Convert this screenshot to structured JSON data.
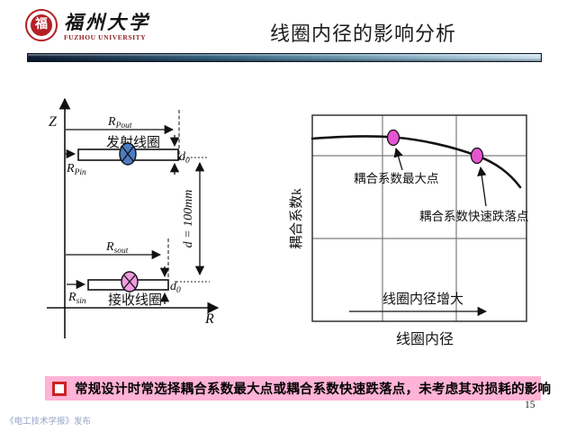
{
  "header": {
    "logo": {
      "seal_char": "福",
      "university_cn": "福州大学",
      "university_en": "FUZHOU UNIVERSITY"
    },
    "title": "线圈内径的影响分析"
  },
  "diagram": {
    "axis_z": "Z",
    "axis_r": "R",
    "r_pout": {
      "main": "R",
      "sub": "Pout"
    },
    "r_pin": {
      "main": "R",
      "sub": "Pin"
    },
    "r_sout": {
      "main": "R",
      "sub": "sout"
    },
    "r_sin": {
      "main": "R",
      "sub": "sin"
    },
    "d0_top": {
      "main": "d",
      "sub": "0"
    },
    "d0_bottom": {
      "main": "d",
      "sub": "0"
    },
    "tx_coil_label": "发射线圈",
    "rx_coil_label": "接收线圈",
    "gap_label": "d = 100mm"
  },
  "chart": {
    "y_axis_label": "耦合系数k",
    "x_axis_label": "线圈内径",
    "max_point_label": "耦合系数最大点",
    "drop_point_label": "耦合系数快速跌落点",
    "trend_label": "线圈内径增大"
  },
  "chart_data": {
    "type": "line",
    "title": "",
    "xlabel": "线圈内径",
    "ylabel": "耦合系数k",
    "x_ticks": [],
    "y_ticks": [],
    "grid": true,
    "note": "qualitative sketch, axes unlabeled, values normalized 0-1",
    "series": [
      {
        "name": "耦合系数k",
        "x": [
          0,
          0.19,
          0.38,
          0.55,
          0.67,
          0.77,
          0.88,
          0.97
        ],
        "y": [
          0.886,
          0.89,
          0.895,
          0.872,
          0.843,
          0.803,
          0.74,
          0.655
        ]
      }
    ],
    "annotations": [
      {
        "label": "耦合系数最大点",
        "x": 0.38,
        "y": 0.895
      },
      {
        "label": "耦合系数快速跌落点",
        "x": 0.77,
        "y": 0.803
      }
    ]
  },
  "note": {
    "text": "常规设计时常选择耦合系数最大点或耦合系数快速跌落点，未考虑其对损耗的影响"
  },
  "footer": {
    "source": "《电工技术学报》发布",
    "page": "15"
  },
  "colors": {
    "marker_fill": "#e455d2",
    "tx_symbol_fill": "#4a7cc4",
    "rx_symbol_fill": "#f09ae0",
    "note_bg": "#ffb3d6",
    "note_bullet_red": "#cc2222"
  }
}
